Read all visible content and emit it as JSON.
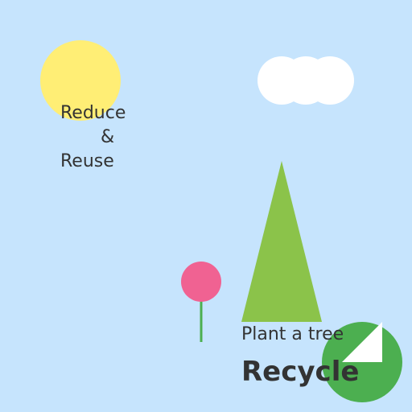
{
  "colors": {
    "sky": "#c6e4fd",
    "sun": "#ffee75",
    "cloud": "#ffffff",
    "tree": "#8bc34a",
    "flower_head": "#f06292",
    "flower_stem": "#4caf50",
    "recycle_badge": "#4caf50",
    "recycle_mark": "#ffffff",
    "text": "#333333"
  },
  "icons": {
    "sun": "sun-icon",
    "cloud": "cloud-icon",
    "tree": "tree-icon",
    "flower": "flower-icon",
    "recycle": "recycle-icon"
  },
  "text": {
    "reduce": "Reduce",
    "ampersand": "&",
    "reuse": "Reuse",
    "plant": "Plant a tree",
    "recycle": "Recycle"
  }
}
